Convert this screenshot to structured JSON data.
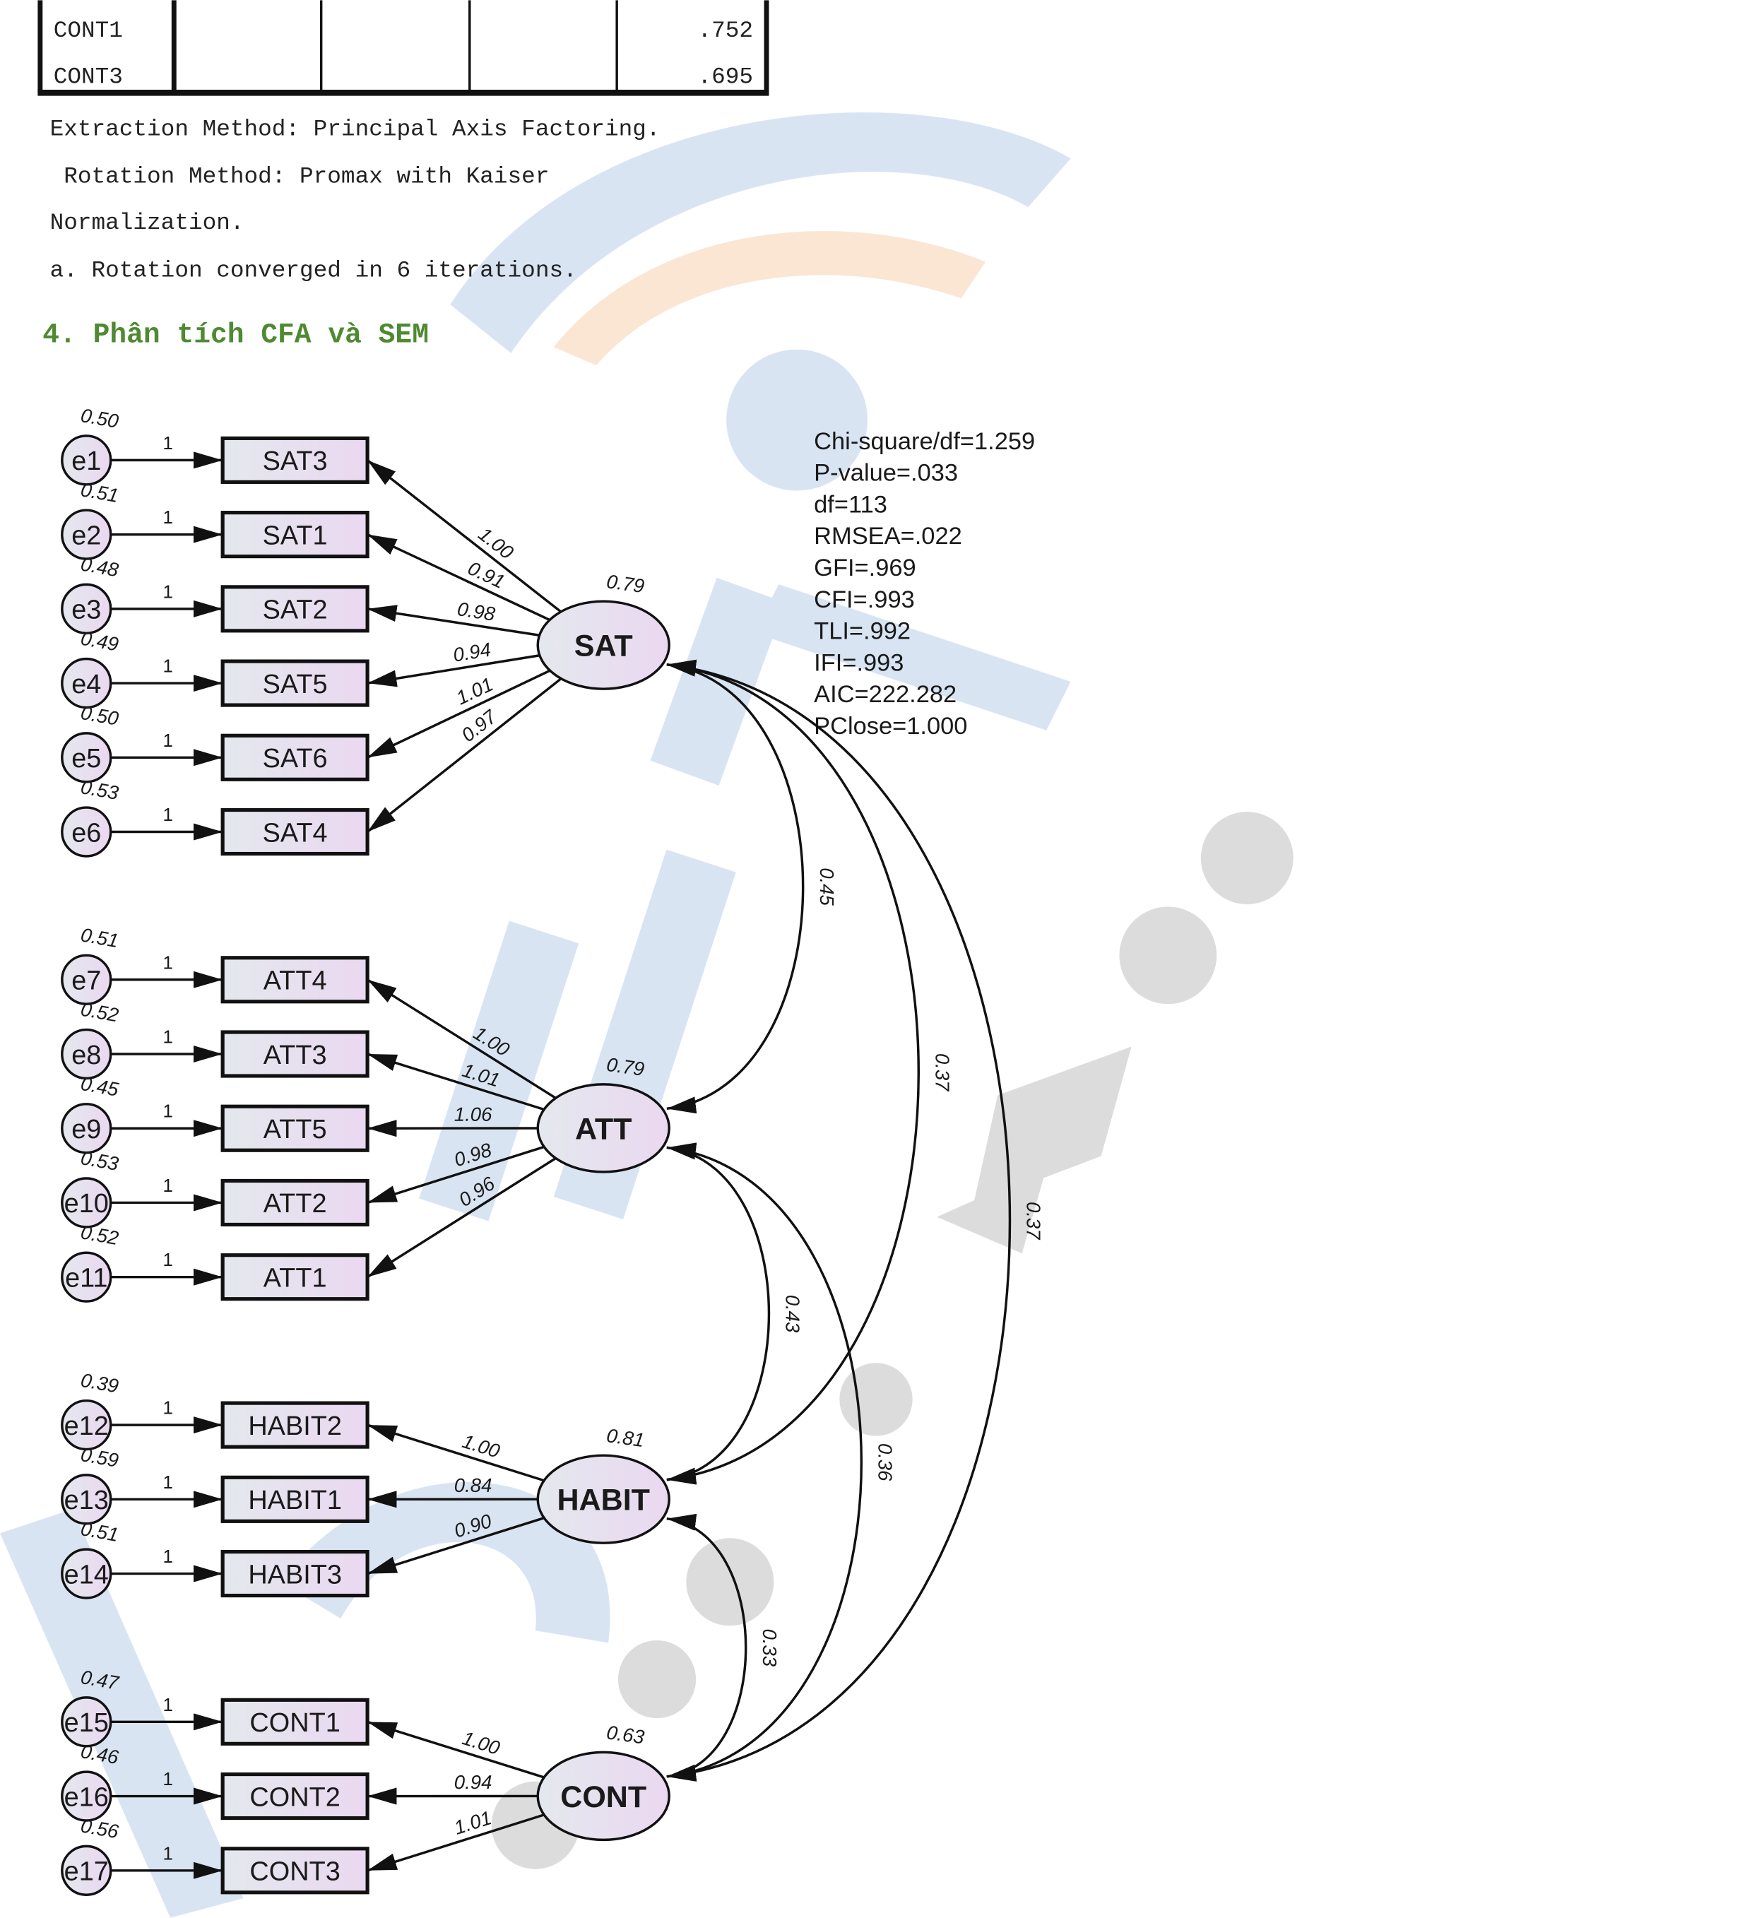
{
  "table": {
    "rows": [
      {
        "label": "CONT1",
        "value": ".752"
      },
      {
        "label": "CONT3",
        "value": ".695"
      }
    ]
  },
  "notes": {
    "extraction": "Extraction Method: Principal Axis Factoring.",
    "rotation": " Rotation Method: Promax with Kaiser",
    "normalization": "Normalization.",
    "footnote": "a. Rotation converged in 6 iterations."
  },
  "section_heading": "4. Phân tích CFA và SEM",
  "fit_indices": [
    "Chi-square/df=1.259",
    "P-value=.033",
    "df=113",
    "RMSEA=.022",
    "GFI=.969",
    "CFI=.993",
    "TLI=.992",
    "IFI=.993",
    "AIC=222.282",
    "PClose=1.000"
  ],
  "diagram": {
    "error_path_label": "1",
    "latents": [
      {
        "name": "SAT",
        "variance": "0.79",
        "indicators": [
          {
            "name": "SAT3",
            "error": "e1",
            "error_variance": "0.50",
            "loading": "1.00"
          },
          {
            "name": "SAT1",
            "error": "e2",
            "error_variance": "0.51",
            "loading": "0.91"
          },
          {
            "name": "SAT2",
            "error": "e3",
            "error_variance": "0.48",
            "loading": "0.98"
          },
          {
            "name": "SAT5",
            "error": "e4",
            "error_variance": "0.49",
            "loading": "0.94"
          },
          {
            "name": "SAT6",
            "error": "e5",
            "error_variance": "0.50",
            "loading": "1.01"
          },
          {
            "name": "SAT4",
            "error": "e6",
            "error_variance": "0.53",
            "loading": "0.97"
          }
        ]
      },
      {
        "name": "ATT",
        "variance": "0.79",
        "indicators": [
          {
            "name": "ATT4",
            "error": "e7",
            "error_variance": "0.51",
            "loading": "1.00"
          },
          {
            "name": "ATT3",
            "error": "e8",
            "error_variance": "0.52",
            "loading": "1.01"
          },
          {
            "name": "ATT5",
            "error": "e9",
            "error_variance": "0.45",
            "loading": "1.06"
          },
          {
            "name": "ATT2",
            "error": "e10",
            "error_variance": "0.53",
            "loading": "0.98"
          },
          {
            "name": "ATT1",
            "error": "e11",
            "error_variance": "0.52",
            "loading": "0.96"
          }
        ]
      },
      {
        "name": "HABIT",
        "variance": "0.81",
        "indicators": [
          {
            "name": "HABIT2",
            "error": "e12",
            "error_variance": "0.39",
            "loading": "1.00"
          },
          {
            "name": "HABIT1",
            "error": "e13",
            "error_variance": "0.59",
            "loading": "0.84"
          },
          {
            "name": "HABIT3",
            "error": "e14",
            "error_variance": "0.51",
            "loading": "0.90"
          }
        ]
      },
      {
        "name": "CONT",
        "variance": "0.63",
        "indicators": [
          {
            "name": "CONT1",
            "error": "e15",
            "error_variance": "0.47",
            "loading": "1.00"
          },
          {
            "name": "CONT2",
            "error": "e16",
            "error_variance": "0.46",
            "loading": "0.94"
          },
          {
            "name": "CONT3",
            "error": "e17",
            "error_variance": "0.56",
            "loading": "1.01"
          }
        ]
      }
    ],
    "covariances": [
      {
        "from": "SAT",
        "to": "ATT",
        "value": "0.45"
      },
      {
        "from": "SAT",
        "to": "HABIT",
        "value": "0.37"
      },
      {
        "from": "SAT",
        "to": "CONT",
        "value": "0.37"
      },
      {
        "from": "ATT",
        "to": "HABIT",
        "value": "0.43"
      },
      {
        "from": "ATT",
        "to": "CONT",
        "value": "0.36"
      },
      {
        "from": "HABIT",
        "to": "CONT",
        "value": "0.33"
      }
    ]
  },
  "colors": {
    "node_fill_start": "#e4e8ee",
    "node_fill_end": "#ead8f0",
    "heading": "#4f8a32",
    "watermark_blue": "#c9d8ee",
    "watermark_orange": "#f8dcc4"
  }
}
